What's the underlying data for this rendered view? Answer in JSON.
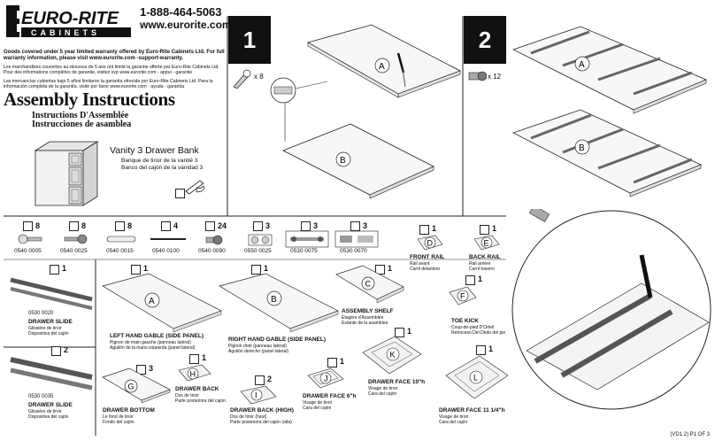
{
  "header": {
    "brand_top": "EURO-RITE",
    "brand_bottom": "CABINETS",
    "phone": "1-888-464-5063",
    "website": "www.eurorite.com"
  },
  "legal": {
    "en": "Goods covered under 5 year limited warranty offered by Euro-Rite Cabinets Ltd.  For full warranty information, please visit www.eurorite.com -support-warranty.",
    "fr": "Les marchandises couvertes au-dessous de 5 ans ont limité la garantie offerte par Euro-Rite Cabinets Ltd. Pour des informations complètes de garantie, visitez svp www.eurorite.com - appui - garantie",
    "es": "Las mercancías cubiertas bajo 5 años limitaron la garantía ofrecida por Euro-Rite Cabinets Ltd.  Para la información completa de la garantía, visite por favor www.eurorite.com - ayuda - garantía"
  },
  "title": "Assembly Instructions",
  "subtitle_fr": "Instructions D'Assemblée",
  "subtitle_es": "Instrucciones de asamblea",
  "product": {
    "name": "Vanity 3 Drawer Bank",
    "name_fr": "Banque de tiroir de la vanité 3",
    "name_es": "Banco del cajón de la vanidad 3"
  },
  "steps": [
    {
      "number": "1",
      "hardware_qty": "x 8",
      "labels": [
        "A",
        "B"
      ]
    },
    {
      "number": "2",
      "hardware_qty": "x 12",
      "labels": [
        "A",
        "B"
      ]
    }
  ],
  "hardware": [
    {
      "qty": "8",
      "code": "0540 0005"
    },
    {
      "qty": "8",
      "code": "0540 0025"
    },
    {
      "qty": "8",
      "code": "0540 0015"
    },
    {
      "qty": "4",
      "code": "0540 0100"
    },
    {
      "qty": "24",
      "code": "0540 0090"
    },
    {
      "qty": "3",
      "code": "0550 0025"
    },
    {
      "qty": "3",
      "code": "0530 0075"
    },
    {
      "qty": "3",
      "code": "0530 0070"
    }
  ],
  "parts": {
    "front_rail": {
      "letter": "D",
      "qty": "1",
      "name": "FRONT RAIL",
      "fr": "Rail avant",
      "es": "Carril delantero"
    },
    "back_rail": {
      "letter": "E",
      "qty": "1",
      "name": "BACK RAIL",
      "fr": "Rail arrière",
      "es": "Carril trasero"
    },
    "drawer_slide_1": {
      "qty": "1",
      "code": "0530 0020",
      "name": "DRAWER SLIDE",
      "fr": "Glissière de tiroir",
      "es": "Dispositiva del cajón"
    },
    "left_gable": {
      "letter": "A",
      "qty": "1",
      "name": "LEFT HAND GABLE (SIDE PANEL)",
      "fr": "Pignon de main gauche (panneau latéral)",
      "es": "Aguilón de la mano izquierda (panel lateral)"
    },
    "right_gable": {
      "letter": "B",
      "qty": "1",
      "name": "RIGHT HAND GABLE (SIDE PANEL)",
      "fr": "Pignon droit (panneau latéral)",
      "es": "Aguilón derecho (panel lateral)"
    },
    "assembly_shelf": {
      "letter": "C",
      "qty": "1",
      "name": "ASSEMBLY SHELF",
      "fr": "Étagère d'Assemblée",
      "es": "Estante de la asamblea"
    },
    "toe_kick": {
      "letter": "F",
      "qty": "1",
      "name": "TOE KICK",
      "fr": "Coup-de-pied D'Orteil",
      "es": "Retroceso Del Dedo del pie"
    },
    "drawer_slide_2": {
      "qty": "2",
      "code": "0530 0035",
      "name": "DRAWER SLIDE",
      "fr": "Glissière de tiroir",
      "es": "Dispositiva del cajón"
    },
    "drawer_bottom": {
      "letter": "G",
      "qty": "3",
      "name": "DRAWER BOTTOM",
      "fr": "Le fond de tiroir",
      "es": "Fondo del cajón"
    },
    "drawer_back": {
      "letter": "H",
      "qty": "1",
      "name": "DRAWER BACK",
      "fr": "Dos de tiroir",
      "es": "Parte posteriora del cajón"
    },
    "drawer_back_high": {
      "letter": "I",
      "qty": "2",
      "name": "DRAWER BACK (HIGH)",
      "fr": "Dos de tiroir (haut)",
      "es": "Parte posteriora del cajón (alta)"
    },
    "drawer_face_6": {
      "letter": "J",
      "qty": "1",
      "name": "DRAWER FACE 6\"h",
      "fr": "Visage de tiroir",
      "es": "Cara del cajón"
    },
    "drawer_face_10": {
      "letter": "K",
      "qty": "1",
      "name": "DRAWER FACE 10\"h",
      "fr": "Visage de tiroir",
      "es": "Cara del cajón"
    },
    "drawer_face_11": {
      "letter": "L",
      "qty": "1",
      "name": "DRAWER FACE 11 1/4\"h",
      "fr": "Visage de tiroir",
      "es": "Cara del cajón"
    }
  },
  "footer": "(VD1.2) P1 OF 3"
}
